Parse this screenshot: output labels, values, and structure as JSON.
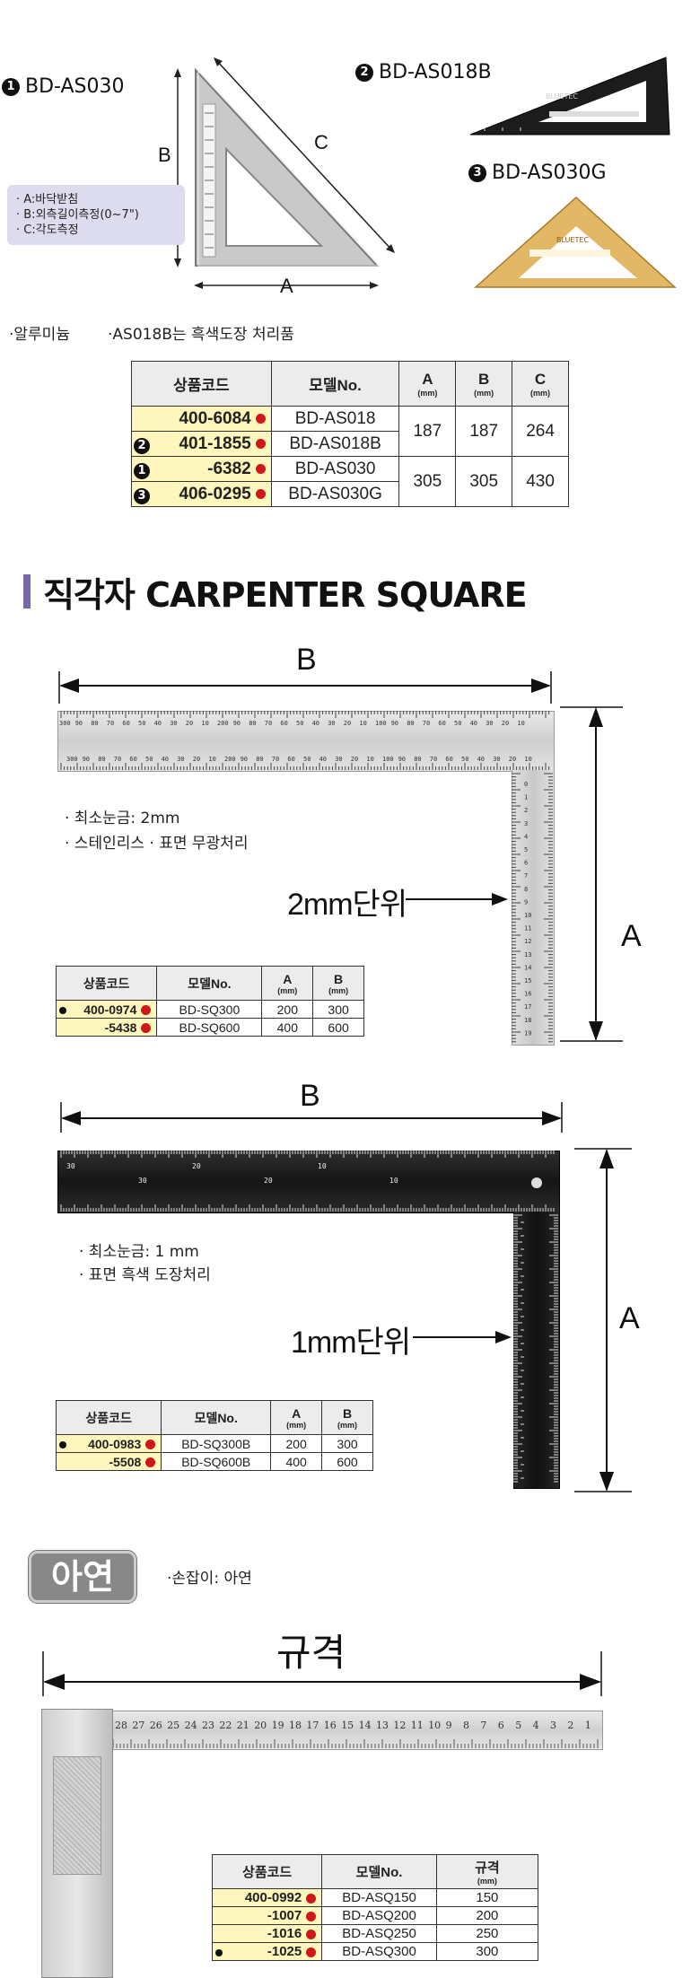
{
  "speed_square": {
    "models": [
      {
        "num": "1",
        "name": "BD-AS030"
      },
      {
        "num": "2",
        "name": "BD-AS018B"
      },
      {
        "num": "3",
        "name": "BD-AS030G"
      }
    ],
    "dims": {
      "a": "A",
      "b": "B",
      "c": "C"
    },
    "legend": [
      "· A:바닥받침",
      "· B:외측길이측정(0~7\")",
      "· C:각도측정"
    ],
    "brand_text": "BLUETEC",
    "notes": [
      "·알루미늄",
      "·AS018B는 흑색도장 처리품"
    ],
    "table": {
      "headers": [
        "상품코드",
        "모델No.",
        "A",
        "B",
        "C"
      ],
      "unit": "(mm)",
      "rows": [
        {
          "num": "",
          "code": "400-6084",
          "model": "BD-AS018"
        },
        {
          "num": "2",
          "code": "401-1855",
          "model": "BD-AS018B"
        },
        {
          "num": "1",
          "code": "-6382",
          "model": "BD-AS030"
        },
        {
          "num": "3",
          "code": "406-0295",
          "model": "BD-AS030G"
        }
      ],
      "groups": [
        {
          "a": "187",
          "b": "187",
          "c": "264"
        },
        {
          "a": "305",
          "b": "305",
          "c": "430"
        }
      ]
    }
  },
  "section": {
    "title": "직각자 CARPENTER SQUARE"
  },
  "square1": {
    "dim_b": "B",
    "dim_a": "A",
    "notes": [
      "· 최소눈금: 2mm",
      "· 스테인리스   · 표면 무광처리"
    ],
    "unit_label": "2mm단위",
    "ruler_numbers": [
      "300",
      "90",
      "80",
      "70",
      "60",
      "50",
      "40",
      "30",
      "20",
      "10",
      "200",
      "90",
      "80",
      "70",
      "60",
      "50",
      "40",
      "30",
      "20",
      "10",
      "100",
      "90",
      "80",
      "70",
      "60",
      "50",
      "40",
      "30",
      "20",
      "10"
    ],
    "table": {
      "headers": [
        "상품코드",
        "모델No.",
        "A",
        "B"
      ],
      "unit": "(mm)",
      "rows": [
        {
          "code": "400-0974",
          "model": "BD-SQ300",
          "a": "200",
          "b": "300"
        },
        {
          "code": "-5438",
          "model": "BD-SQ600",
          "a": "400",
          "b": "600"
        }
      ]
    }
  },
  "square2": {
    "dim_b": "B",
    "dim_a": "A",
    "notes": [
      "· 최소눈금: 1 mm",
      "· 표면 흑색 도장처리"
    ],
    "unit_label": "1mm단위",
    "ruler_numbers": [
      "30",
      "20",
      "10"
    ],
    "table": {
      "headers": [
        "상품코드",
        "모델No.",
        "A",
        "B"
      ],
      "unit": "(mm)",
      "rows": [
        {
          "code": "400-0983",
          "model": "BD-SQ300B",
          "a": "200",
          "b": "300"
        },
        {
          "code": "-5508",
          "model": "BD-SQ600B",
          "a": "400",
          "b": "600"
        }
      ]
    }
  },
  "zinc": {
    "badge": "아연",
    "note": "·손잡이: 아연",
    "dim_label": "규격",
    "ruler_numbers": [
      "28",
      "27",
      "26",
      "25",
      "24",
      "23",
      "22",
      "21",
      "20",
      "19",
      "18",
      "17",
      "16",
      "15",
      "14",
      "13",
      "12",
      "11",
      "10",
      "9",
      "8",
      "7",
      "6",
      "5",
      "4",
      "3",
      "2",
      "1"
    ],
    "table": {
      "headers": [
        "상품코드",
        "모델No.",
        "규격"
      ],
      "unit": "(mm)",
      "rows": [
        {
          "code": "400-0992",
          "model": "BD-ASQ150",
          "size": "150"
        },
        {
          "code": "-1007",
          "model": "BD-ASQ200",
          "size": "200"
        },
        {
          "code": "-1016",
          "model": "BD-ASQ250",
          "size": "250"
        },
        {
          "code": "-1025",
          "model": "BD-ASQ300",
          "size": "300"
        }
      ]
    }
  },
  "colors": {
    "highlight": "#fdf6bd",
    "red_dot": "#d01616",
    "section_bar": "#7766aa"
  }
}
